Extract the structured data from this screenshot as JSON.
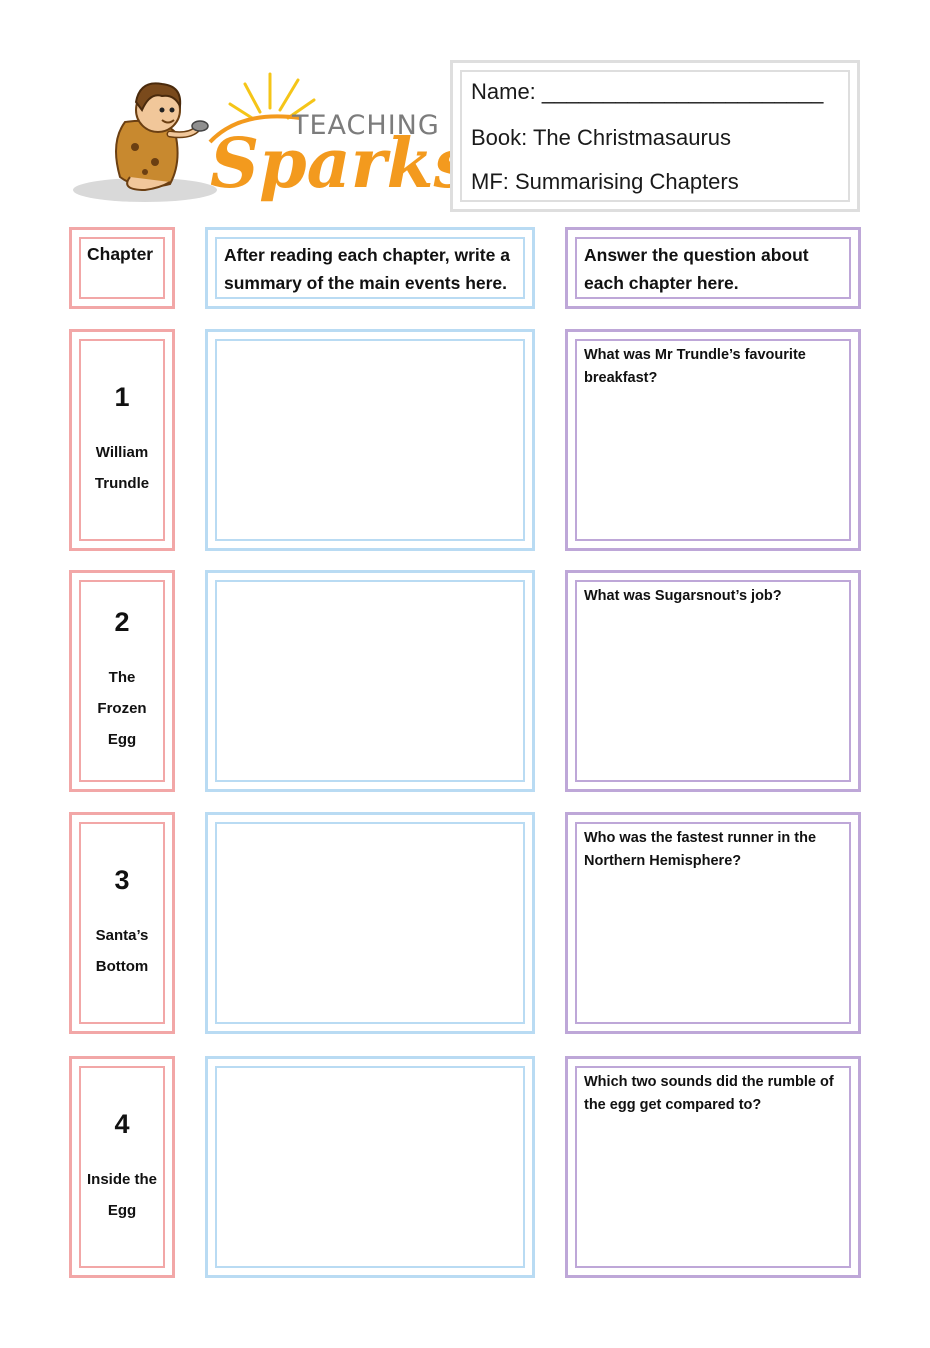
{
  "logo": {
    "word_top": "TEACHING",
    "word_bottom": "Sparks"
  },
  "info": {
    "name_label": "Name: _______________________",
    "book": "Book: The Christmasaurus",
    "mf": "MF: Summarising Chapters"
  },
  "headers": {
    "chapter": "Chapter",
    "summary": "After reading each chapter, write a summary of the main events here.",
    "question": "Answer the question about each chapter here."
  },
  "rows": [
    {
      "number": "1",
      "title_lines": [
        "William",
        "Trundle"
      ],
      "question": "What was Mr Trundle’s favourite breakfast?"
    },
    {
      "number": "2",
      "title_lines": [
        "The",
        "Frozen",
        "Egg"
      ],
      "question": "What was Sugarsnout’s job?"
    },
    {
      "number": "3",
      "title_lines": [
        "Santa’s",
        "Bottom"
      ],
      "question": "Who was the fastest runner in the Northern Hemisphere?"
    },
    {
      "number": "4",
      "title_lines": [
        "Inside the",
        "Egg"
      ],
      "question": "Which two sounds did the rumble of the egg get compared to?"
    }
  ],
  "colors": {
    "pink": "#f2a7a7",
    "blue": "#b9dbf3",
    "purple": "#bea7d8",
    "grey": "#dedede",
    "logo_orange": "#f39a1e"
  }
}
